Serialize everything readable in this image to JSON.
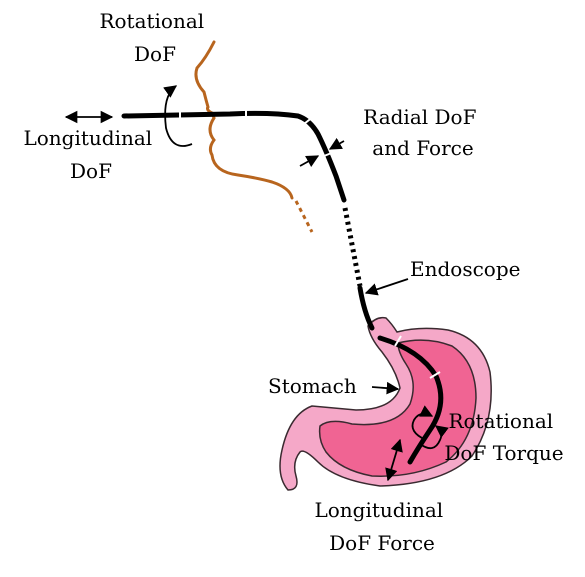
{
  "labels": {
    "rotational_dof": [
      "Rotational",
      "DoF"
    ],
    "longitudinal_dof": [
      "Longitudinal",
      "DoF"
    ],
    "radial_dof": [
      "Radial DoF",
      "and Force"
    ],
    "endoscope": "Endoscope",
    "stomach": "Stomach",
    "rotational_torque": [
      "Rotational",
      "DoF Torque"
    ],
    "longitudinal_force": [
      "Longitudinal",
      "DoF Force"
    ]
  },
  "colors": {
    "face_outline": "#B8651E",
    "endoscope": "#000000",
    "stomach_outer": "#F5A8C8",
    "stomach_inner": "#F06493",
    "outline": "#3a2a30"
  }
}
